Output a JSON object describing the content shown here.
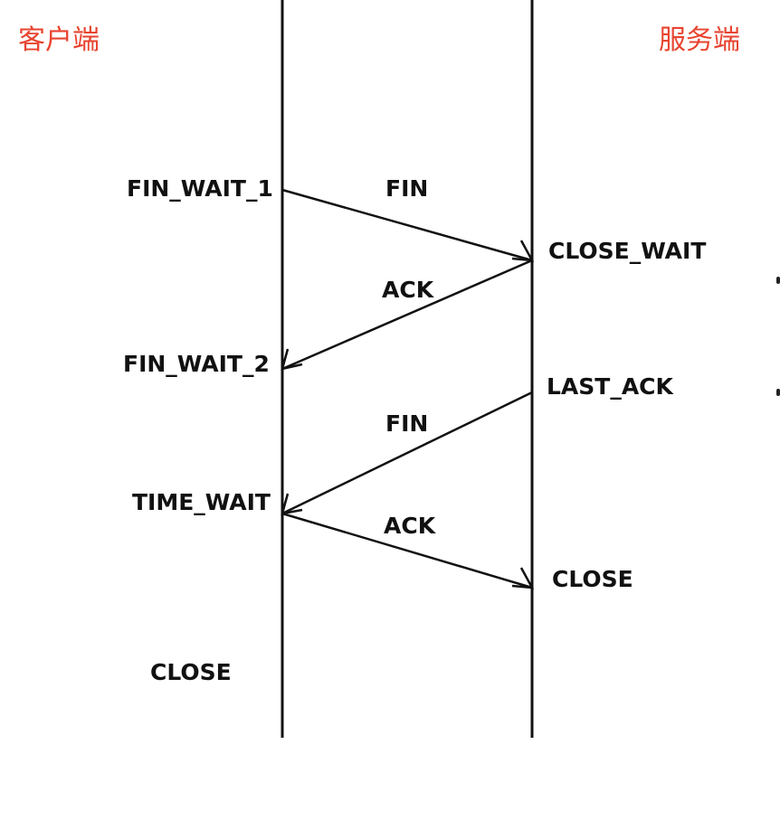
{
  "roles": {
    "client": "客户端",
    "server": "服务端",
    "color": "#e8432f"
  },
  "client_states": {
    "fin_wait_1": "FIN_WAIT_1",
    "fin_wait_2": "FIN_WAIT_2",
    "time_wait": "TIME_WAIT",
    "close": "CLOSE"
  },
  "server_states": {
    "close_wait": "CLOSE_WAIT",
    "last_ack": "LAST_ACK",
    "close": "CLOSE"
  },
  "messages": {
    "fin_1": "FIN",
    "ack_1": "ACK",
    "fin_2": "FIN",
    "ack_2": "ACK"
  },
  "colors": {
    "line": "#111111",
    "text": "#111111"
  }
}
